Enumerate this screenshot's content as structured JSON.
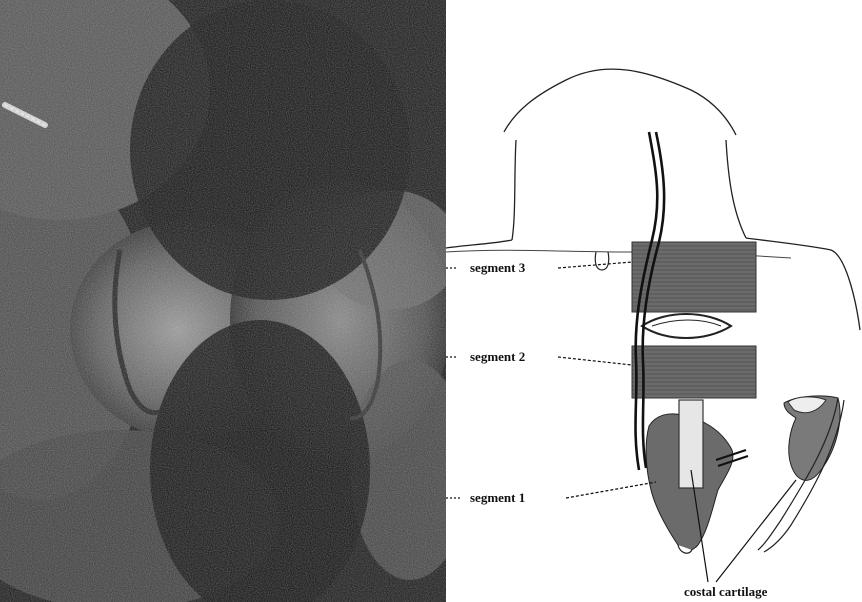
{
  "figure": {
    "photo": {
      "alt": "intraoperative photograph",
      "tone": "dark"
    },
    "diagram": {
      "labels": {
        "segment_3": "segment 3",
        "segment_2": "segment 2",
        "segment_1": "segment 1",
        "costal_cartilage": "costal cartilage"
      }
    }
  },
  "colors": {
    "ink": "#111111",
    "graft_fill": "#6b6b6b",
    "photo_base": "#121212",
    "tissue_light": "#8a8a8a"
  }
}
